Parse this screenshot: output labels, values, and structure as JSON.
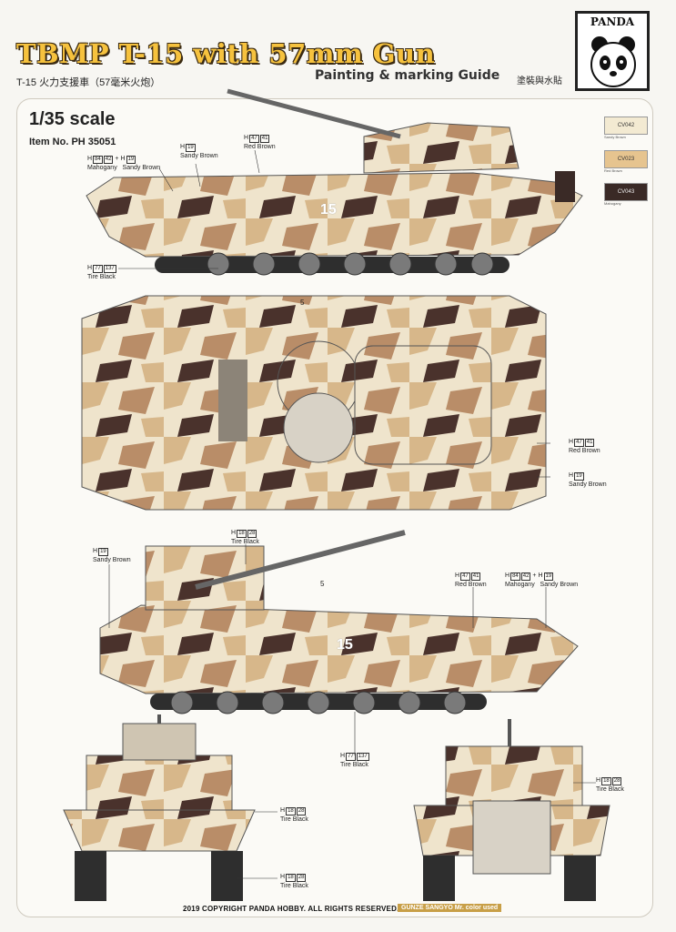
{
  "header": {
    "title": "TBMP T-15 with 57mm Gun",
    "subtitle_cn": "T-15 火力支援車（57毫米火炮）",
    "guide": "Painting & marking Guide",
    "guide_cn": "塗裝與水貼",
    "logo": "PANDA"
  },
  "info": {
    "scale": "1/35 scale",
    "item_no": "Item No. PH 35051"
  },
  "swatches": [
    {
      "code": "CV042",
      "color": "#f3ead2",
      "note": "Sandy Brown"
    },
    {
      "code": "CV023",
      "color": "#e6c48f",
      "note": "Red Brown"
    },
    {
      "code": "CV043",
      "color": "#3a2a26",
      "note": "Mahogany"
    }
  ],
  "callouts": {
    "c1": {
      "h": "H",
      "code1": "84",
      "code2": "42",
      "name": "Mahogany",
      "plus": "+",
      "h2": "H",
      "code3": "19",
      "name2": "Sandy Brown"
    },
    "c2": {
      "h": "H",
      "code": "19",
      "name": "Sandy Brown"
    },
    "c3": {
      "h": "H",
      "code1": "47",
      "code2": "41",
      "name": "Red Brown"
    },
    "c4": {
      "h": "H",
      "code1": "77",
      "code2": "137",
      "name": "Tire Black"
    },
    "c5": {
      "h": "H",
      "code1": "47",
      "code2": "41",
      "name": "Red Brown"
    },
    "c6": {
      "h": "H",
      "code": "19",
      "name": "Sandy Brown"
    },
    "c7": {
      "h": "H",
      "code": "19",
      "name": "Sandy Brown"
    },
    "c8": {
      "h": "H",
      "code1": "18",
      "code2": "28",
      "name": "Tire Black"
    },
    "c9": {
      "h": "H",
      "code1": "47",
      "code2": "41",
      "name": "Red Brown"
    },
    "c10": {
      "h": "H",
      "code1": "84",
      "code2": "42",
      "name": "Mahogany",
      "plus": "+",
      "h2": "H",
      "code3": "19",
      "name2": "Sandy Brown"
    },
    "c11": {
      "h": "H",
      "code1": "77",
      "code2": "137",
      "name": "Tire Black"
    },
    "c12": {
      "h": "H",
      "code1": "18",
      "code2": "28",
      "name": "Tire Black"
    },
    "c13": {
      "h": "H",
      "code1": "18",
      "code2": "28",
      "name": "Tire Black"
    },
    "c14": {
      "h": "H",
      "code1": "18",
      "code2": "28",
      "name": "Tire Black"
    }
  },
  "markers": {
    "top": "5",
    "side": "5"
  },
  "side_number": "15",
  "footer": {
    "copyright": "2019 COPYRIGHT PANDA HOBBY. ALL RIGHTS RESERVED.",
    "gunze": "GUNZE SANGYO Mr. color used"
  }
}
